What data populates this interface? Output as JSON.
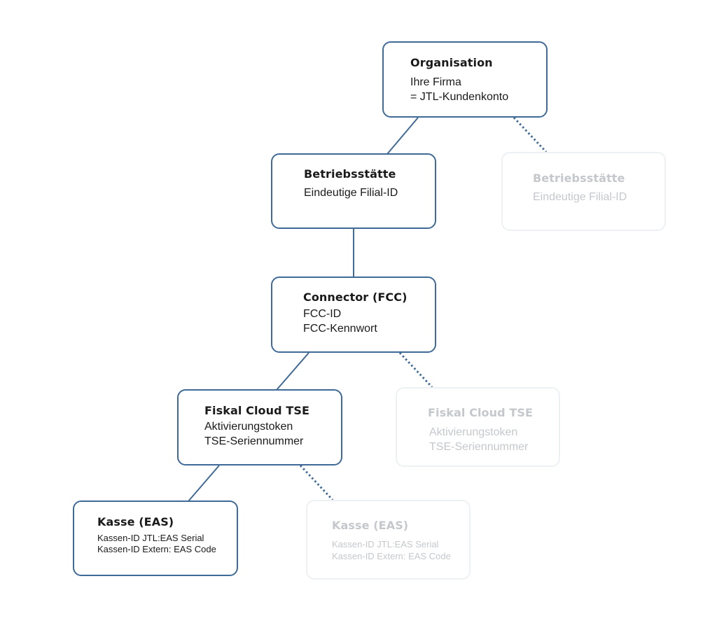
{
  "colors": {
    "primary_border": "#3f6a98",
    "connector": "#3f6a98",
    "ghost_border": "#eef1f3",
    "ghost_text": "#c4c8cc",
    "text": "#1a1a1a"
  },
  "nodes": {
    "organisation": {
      "title": "Organisation",
      "line1": "Ihre Firma",
      "line2": "= JTL-Kundenkonto"
    },
    "betriebsstaette": {
      "title": "Betriebsstätte",
      "line1": "Eindeutige Filial-ID"
    },
    "betriebsstaette_ghost": {
      "title": "Betriebsstätte",
      "line1": "Eindeutige Filial-ID"
    },
    "connector_fcc": {
      "title": "Connector (FCC)",
      "line1": "FCC-ID",
      "line2": "FCC-Kennwort"
    },
    "fiskal_cloud_tse": {
      "title": "Fiskal Cloud TSE",
      "line1": "Aktivierungstoken",
      "line2": "TSE-Seriennummer"
    },
    "fiskal_cloud_tse_ghost": {
      "title": "Fiskal Cloud TSE",
      "line1": "Aktivierungstoken",
      "line2": "TSE-Seriennummer"
    },
    "kasse": {
      "title": "Kasse (EAS)",
      "line1": "Kassen-ID JTL:EAS Serial",
      "line2": "Kassen-ID Extern: EAS Code"
    },
    "kasse_ghost": {
      "title": "Kasse (EAS)",
      "line1": "Kassen-ID JTL:EAS Serial",
      "line2": "Kassen-ID Extern: EAS Code"
    }
  }
}
